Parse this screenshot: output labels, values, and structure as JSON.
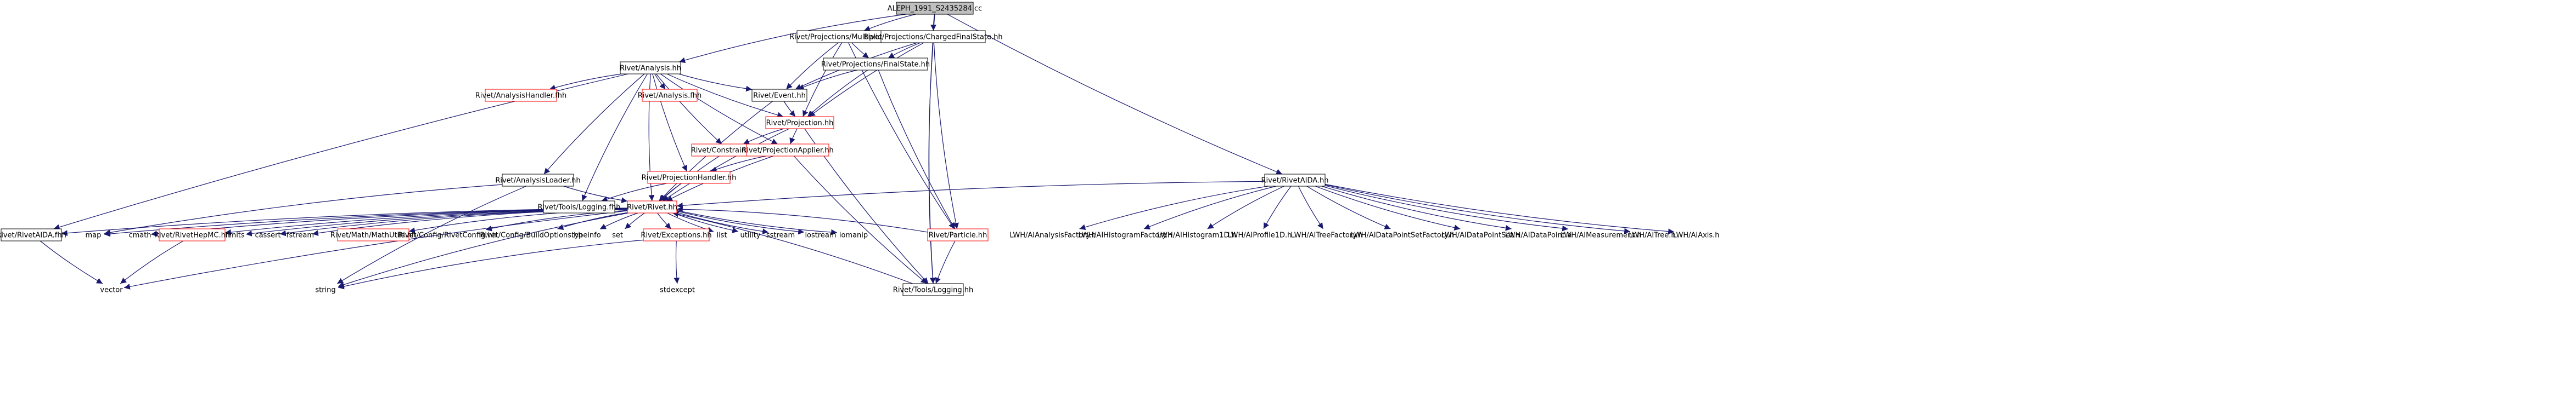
{
  "colors": {
    "edge": "#191970",
    "box_border": "#000000",
    "missing_border": "#ff0000",
    "root_fill": "#bfbfbf",
    "label": "#000000"
  },
  "nodes": {
    "root": "ALEPH_1991_S2435284.cc",
    "multiplicity": "Rivet/Projections/Multiplicity.hh",
    "chargedfs": "Rivet/Projections/ChargedFinalState.hh",
    "analysis": "Rivet/Analysis.hh",
    "finalstate": "Rivet/Projections/FinalState.hh",
    "analysishandler_fhh": "Rivet/AnalysisHandler.fhh",
    "analysis_fhh": "Rivet/Analysis.fhh",
    "event": "Rivet/Event.hh",
    "projection": "Rivet/Projection.hh",
    "constraints": "Rivet/Constraints.hh",
    "projectionapplier": "Rivet/ProjectionApplier.hh",
    "projectionhandler": "Rivet/ProjectionHandler.hh",
    "analysisloader": "Rivet/AnalysisLoader.hh",
    "toolslogging_fhh": "Rivet/Tools/Logging.fhh",
    "rivet": "Rivet/Rivet.hh",
    "rivetaida_fhh": "Rivet/RivetAIDA.fhh",
    "rivetaida": "Rivet/RivetAIDA.hh",
    "map": "map",
    "cmath": "cmath",
    "rivethepmc": "Rivet/RivetHepMC.hh",
    "limits": "limits",
    "cassert": "cassert",
    "fstream": "fstream",
    "mathutils": "Rivet/Math/MathUtils.hh",
    "rivetconfig": "Rivet/Config/RivetConfig.hh",
    "buildoptions": "Rivet/Config/BuildOptions.hh",
    "typeinfo": "typeinfo",
    "set": "set",
    "exceptions": "Rivet/Exceptions.hh",
    "list": "list",
    "utility": "utility",
    "sstream": "sstream",
    "iostream": "iostream",
    "iomanip": "iomanip",
    "particle": "Rivet/Particle.hh",
    "toolslogging": "Rivet/Tools/Logging.hh",
    "vector": "vector",
    "string": "string",
    "stdexcept": "stdexcept",
    "lwh_analysisfactory": "LWH/AIAnalysisFactory.h",
    "lwh_histogramfactory": "LWH/AIHistogramFactory.h",
    "lwh_histogram1d": "LWH/AIHistogram1D.h",
    "lwh_profile1d": "LWH/AIProfile1D.h",
    "lwh_treefactory": "LWH/AITreeFactory.h",
    "lwh_datapointsetfactory": "LWH/AIDataPointSetFactory.h",
    "lwh_datapointset": "LWH/AIDataPointSet.h",
    "lwh_datapoint": "LWH/AIDataPoint.h",
    "lwh_measurement": "LWH/AIMeasurement.h",
    "lwh_tree": "LWH/AITree.h",
    "lwh_axis": "LWH/AIAxis.h"
  }
}
